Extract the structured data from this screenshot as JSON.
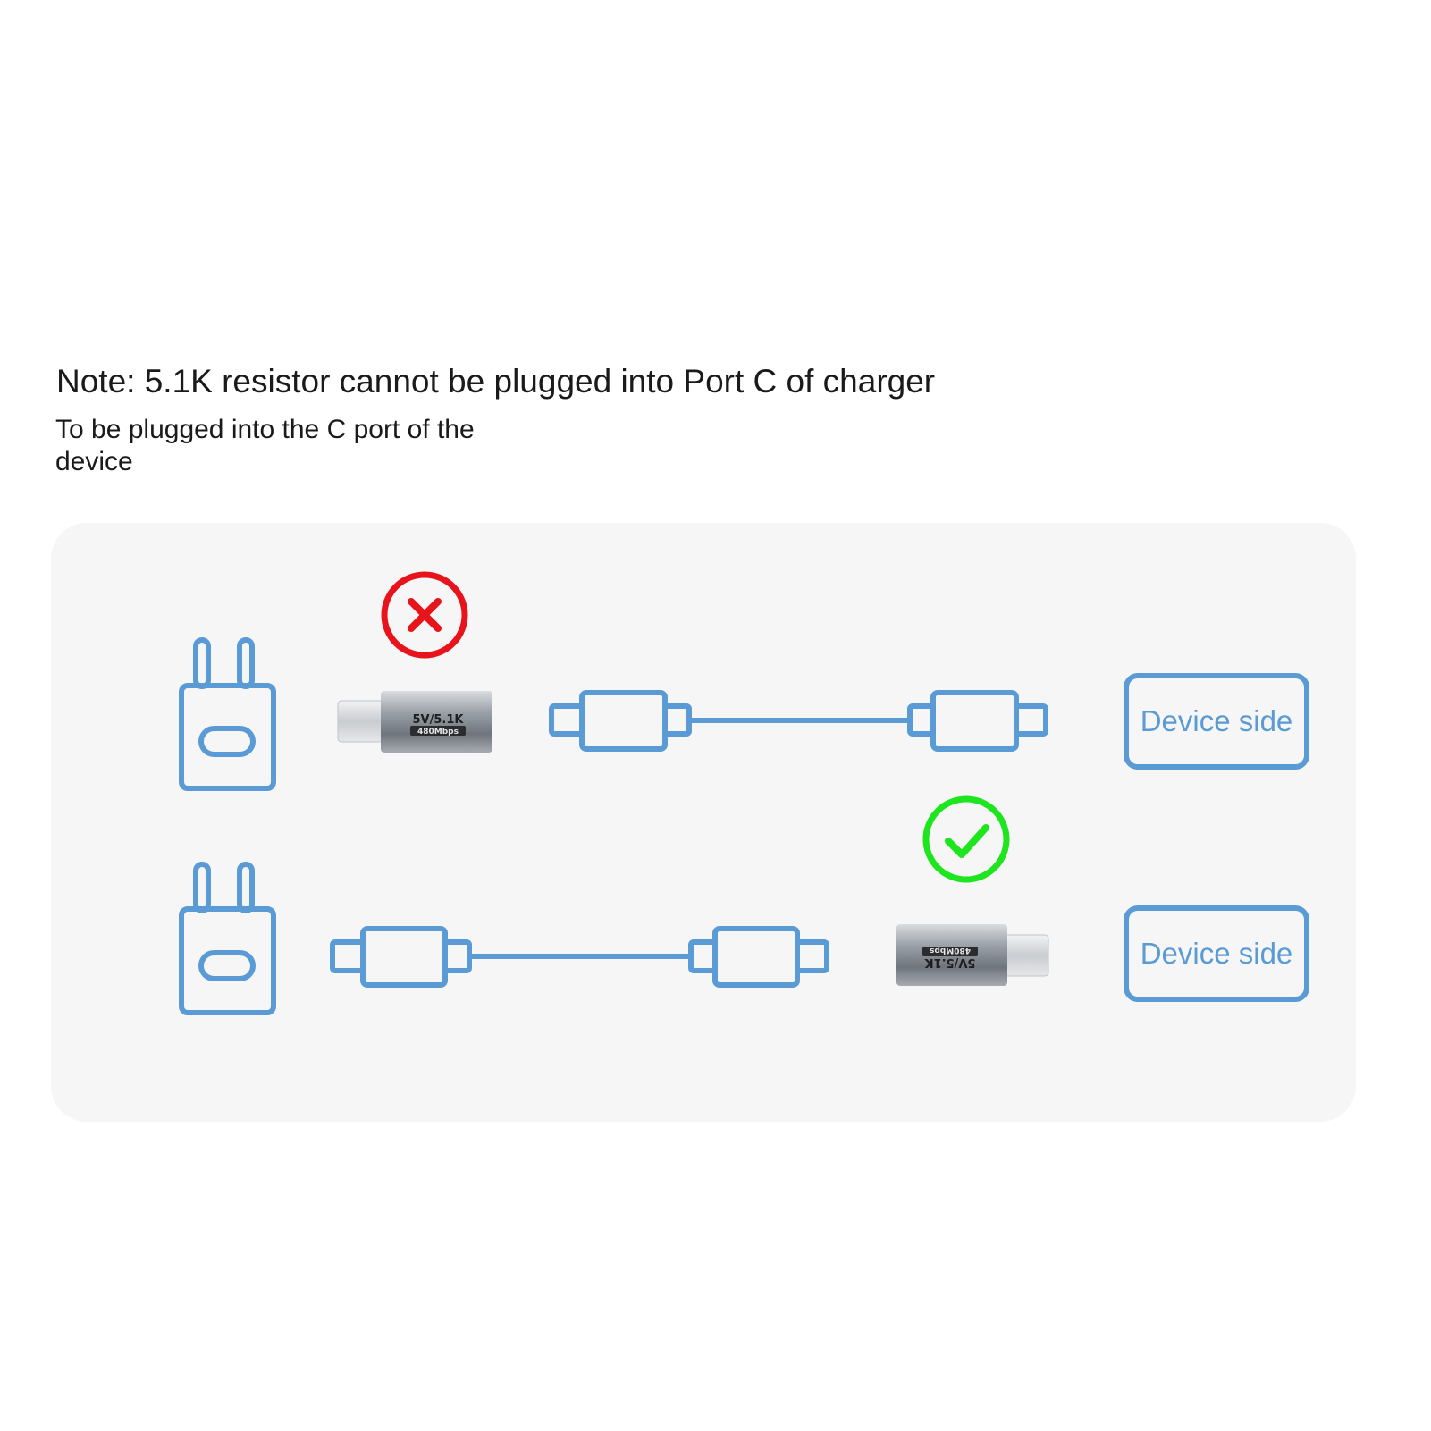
{
  "note": {
    "title": "Note: 5.1K resistor cannot be plugged into Port C of charger",
    "subtitle": "To be plugged into the C port of the device"
  },
  "rows": [
    {
      "status": "wrong",
      "status_icon": "x-circle-icon",
      "adapter_position": "charger-side",
      "adapter_text": [
        "5V/5.1K",
        "480Mbps"
      ],
      "device_label": "Device side"
    },
    {
      "status": "correct",
      "status_icon": "check-circle-icon",
      "adapter_position": "device-side",
      "adapter_text": [
        "5V/5.1K",
        "480Mbps"
      ],
      "device_label": "Device side"
    }
  ],
  "colors": {
    "line_blue": "#5a9bd5",
    "wrong_red": "#e8141c",
    "correct_green": "#1ee51e",
    "panel_bg": "#f6f6f6"
  }
}
